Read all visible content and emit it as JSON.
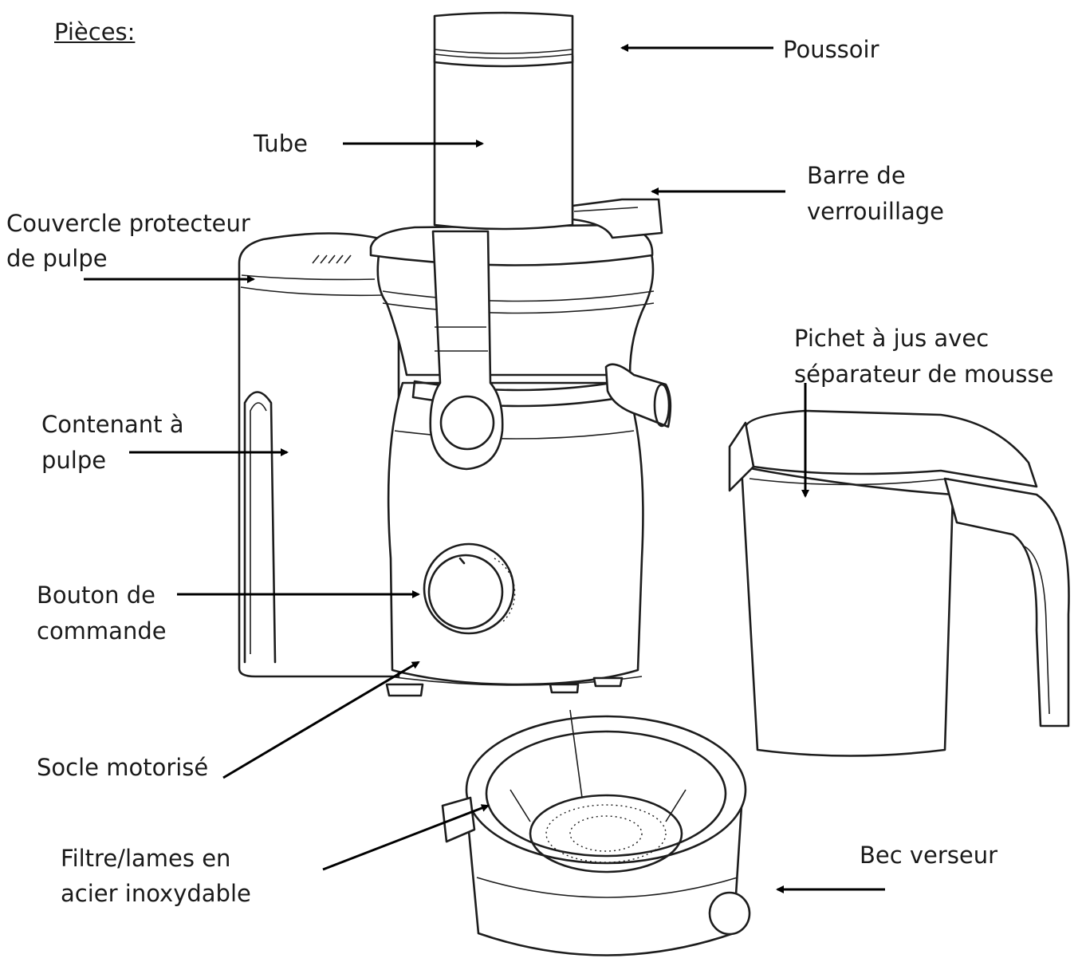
{
  "title": "Pièces:",
  "labels": {
    "poussoir": "Poussoir",
    "tube": "Tube",
    "barre_line1": "Barre de",
    "barre_line2": "verrouillage",
    "couvercle_line1": "Couvercle protecteur",
    "couvercle_line2": "de pulpe",
    "pichet_line1": "Pichet à jus avec",
    "pichet_line2": "séparateur de mousse",
    "contenant_line1": "Contenant à",
    "contenant_line2": "pulpe",
    "bouton_line1": "Bouton de",
    "bouton_line2": "commande",
    "socle": "Socle motorisé",
    "filtre_line1": "Filtre/lames en",
    "filtre_line2": "acier inoxydable",
    "bec": "Bec verseur"
  }
}
